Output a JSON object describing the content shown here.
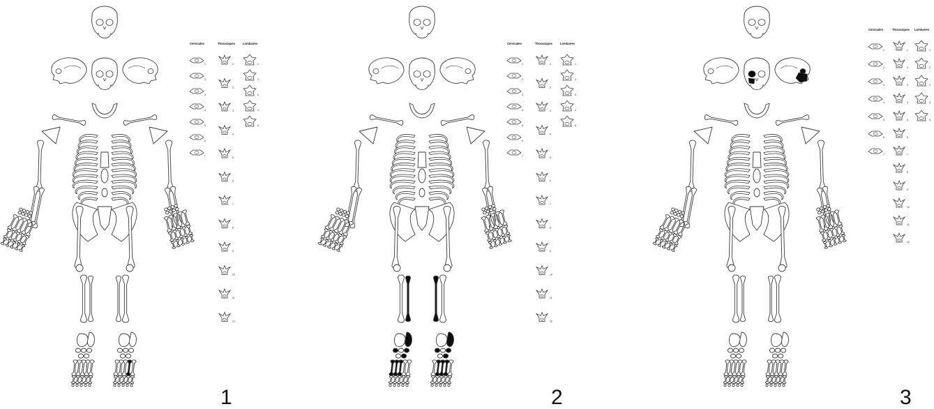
{
  "figures": [
    {
      "number": "1",
      "columns": [
        "Cervicales",
        "Thoraciques",
        "Lombaires"
      ],
      "counts": {
        "cervical": 7,
        "thoracic": 12,
        "lumbar": 5
      },
      "dark_bones": [
        "right-foot-metatarsal"
      ]
    },
    {
      "number": "2",
      "columns": [
        "Cervicales",
        "Thoraciques",
        "Lombaires"
      ],
      "counts": {
        "cervical": 7,
        "thoracic": 12,
        "lumbar": 5
      },
      "dark_bones": [
        "left-fibula-distal",
        "right-fibula-distal",
        "left-foot-tarsals",
        "right-foot-tarsals",
        "left-foot-metatarsals",
        "right-foot-metatarsals"
      ]
    },
    {
      "number": "3",
      "columns": [
        "Cervicales",
        "Thoraciques",
        "Lombaires"
      ],
      "counts": {
        "cervical": 7,
        "thoracic": 12,
        "lumbar": 5
      },
      "dark_bones": [
        "face-left-maxilla",
        "skull-right-lateral-face"
      ]
    }
  ],
  "colors": {
    "outline": "#3a3a3a",
    "bone_fill": "#ffffff",
    "marked": "#0d0d0d",
    "background": "#ffffff"
  }
}
